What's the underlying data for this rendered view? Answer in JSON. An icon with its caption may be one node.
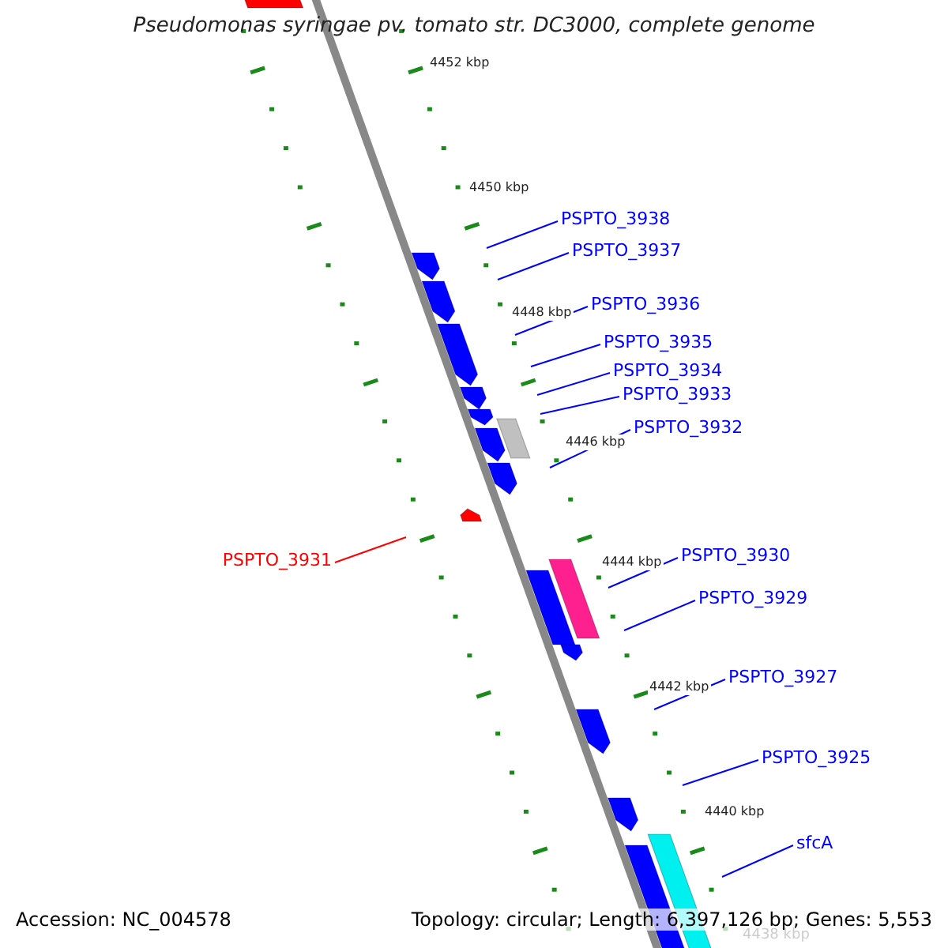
{
  "diagram": {
    "title": "Pseudomonas syringae pv. tomato str. DC3000, complete genome",
    "nodes": [
      {
        "text": [
          "PSPTO_3938"
        ]
      },
      {
        "text": [
          "PSPTO_3937"
        ]
      },
      {
        "text": [
          "PSPTO_3936"
        ]
      },
      {
        "text": [
          "PSPTO_3935"
        ]
      },
      {
        "text": [
          "PSPTO_3934"
        ]
      },
      {
        "text": [
          "PSPTO_3933"
        ]
      },
      {
        "text": [
          "PSPTO_3932"
        ]
      },
      {
        "text": [
          "PSPTO_3931"
        ]
      },
      {
        "text": [
          "PSPTO_3930"
        ]
      },
      {
        "text": [
          "PSPTO_3929"
        ]
      },
      {
        "text": [
          "PSPTO_3927"
        ]
      },
      {
        "text": [
          "PSPTO_3925"
        ]
      },
      {
        "text": [
          "sfcA"
        ]
      }
    ],
    "edges": [
      {
        "from": 0,
        "to": null,
        "arrow": "none"
      },
      {
        "from": 1,
        "to": null,
        "arrow": "none"
      },
      {
        "from": 2,
        "to": null,
        "arrow": "none"
      },
      {
        "from": 3,
        "to": null,
        "arrow": "none"
      },
      {
        "from": 4,
        "to": null,
        "arrow": "none"
      },
      {
        "from": 5,
        "to": null,
        "arrow": "none"
      },
      {
        "from": 6,
        "to": null,
        "arrow": "none"
      },
      {
        "from": 7,
        "to": null,
        "arrow": "none",
        "color": "#ff0000"
      },
      {
        "from": 8,
        "to": null,
        "arrow": "none"
      },
      {
        "from": 9,
        "to": null,
        "arrow": "none"
      },
      {
        "from": 10,
        "to": null,
        "arrow": "none"
      },
      {
        "from": 11,
        "to": null,
        "arrow": "none"
      },
      {
        "from": 12,
        "to": null,
        "arrow": "none"
      }
    ],
    "labels": [
      "4452 kbp",
      "4450 kbp",
      "4448 kbp",
      "4446 kbp",
      "4444 kbp",
      "4442 kbp",
      "4440 kbp",
      "Accession: NC_004578",
      "Topology: circular; Length: 6,397,126 bp; Genes: 5,553",
      "4438 kbp"
    ]
  }
}
